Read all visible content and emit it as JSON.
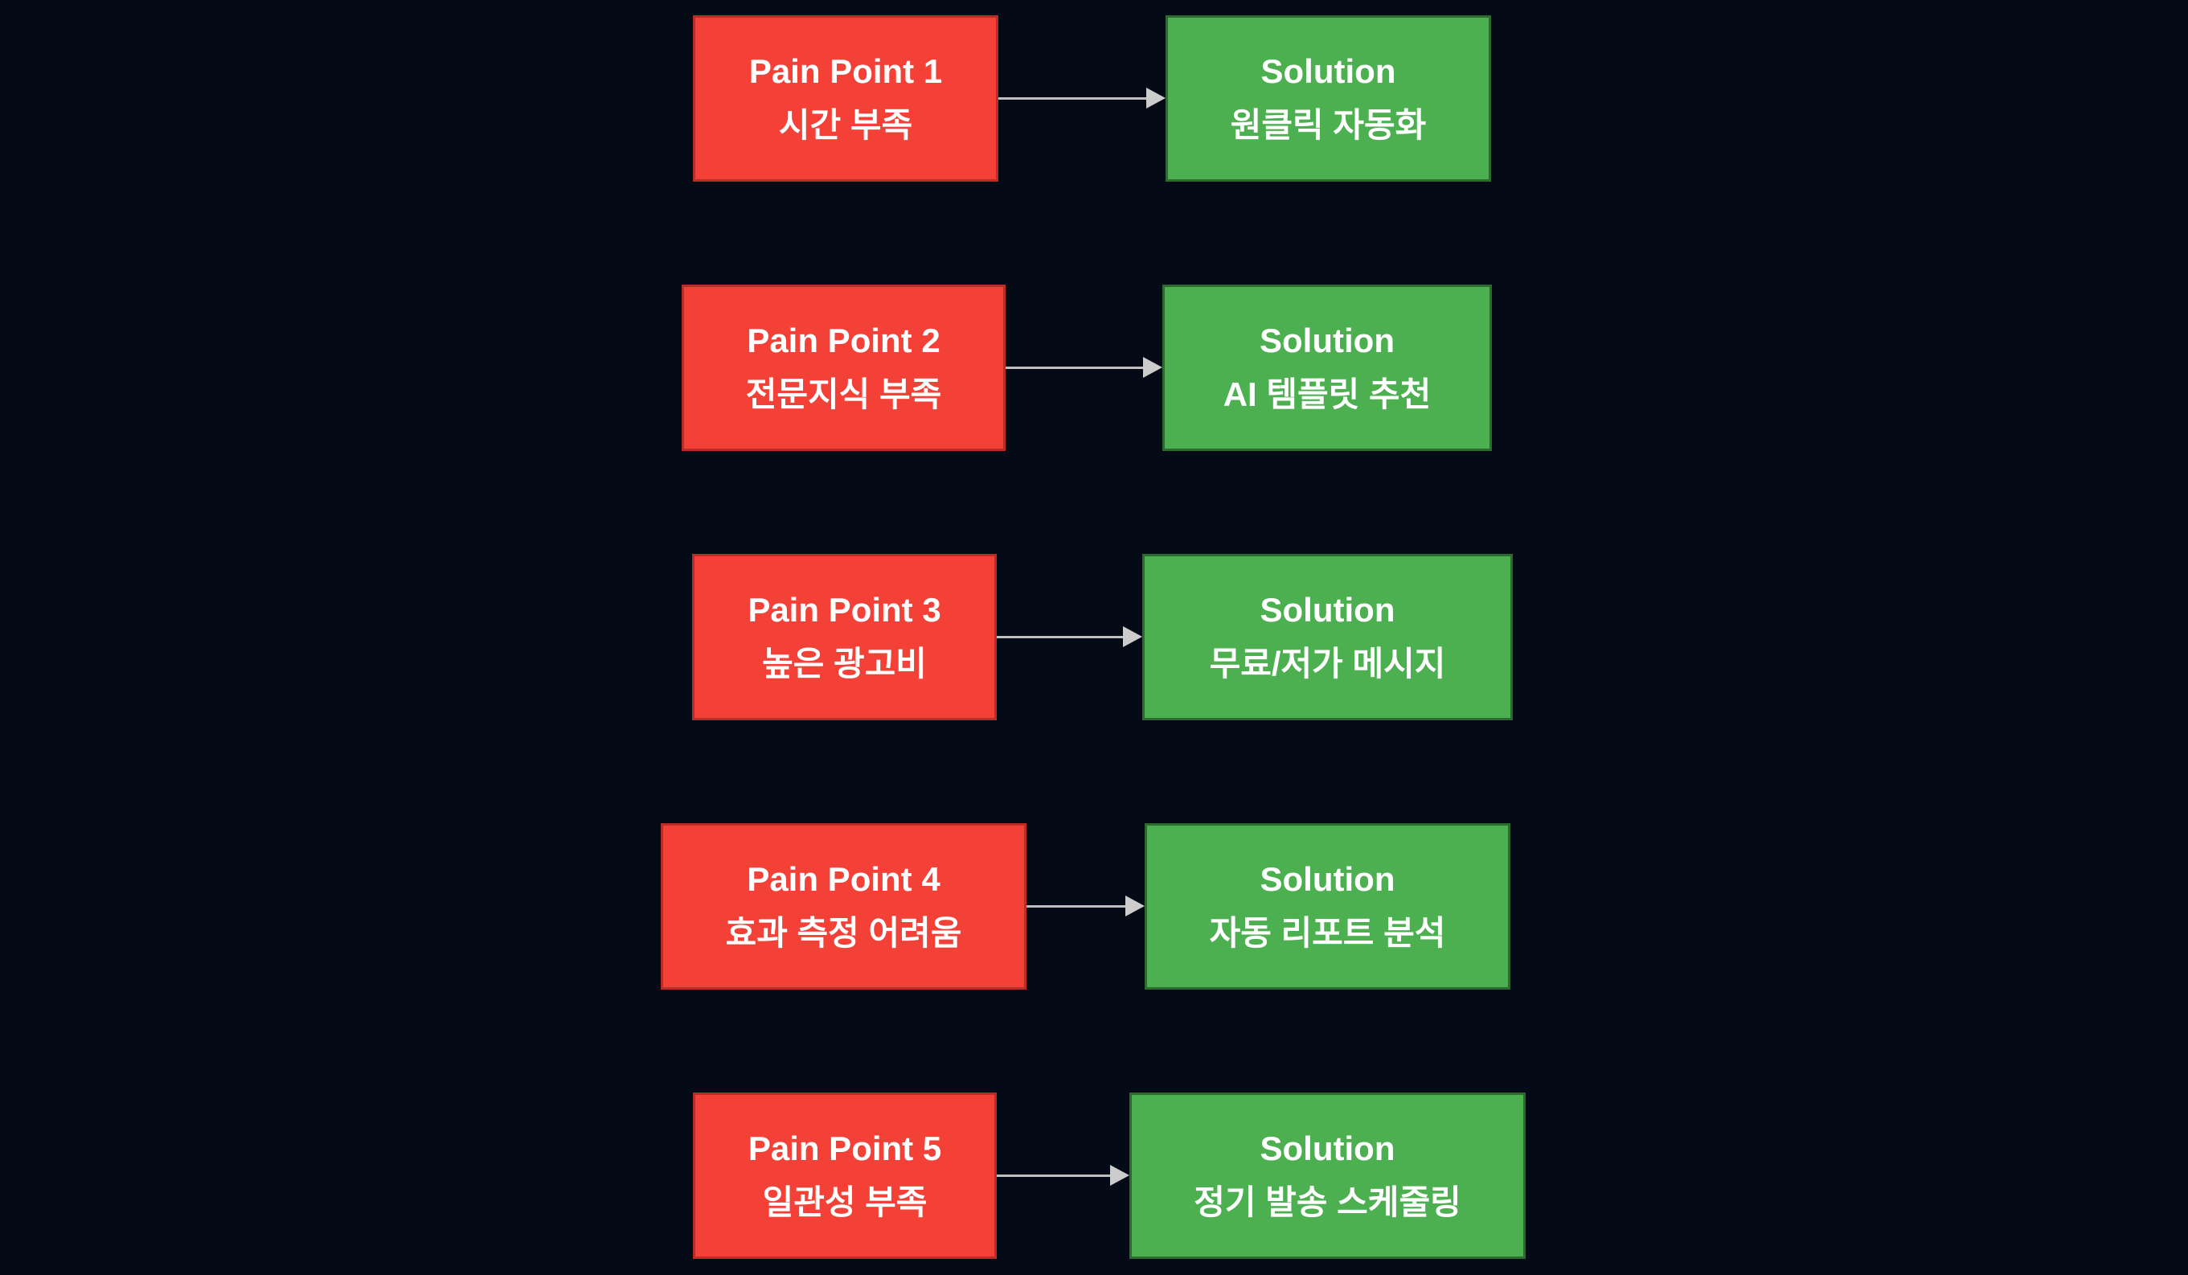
{
  "colors": {
    "background": "#040a16",
    "pain_fill": "#f44137",
    "pain_border": "#b92d26",
    "solution_fill": "#4caf50",
    "solution_border": "#2d6a30",
    "arrow": "#bfbfbf",
    "arrow_head": "#cccccc",
    "text": "#ffffff"
  },
  "rows": [
    {
      "pain": {
        "line1": "Pain Point 1",
        "line2": "시간 부족"
      },
      "solution": {
        "line1": "Solution",
        "line2": "원클릭 자동화"
      }
    },
    {
      "pain": {
        "line1": "Pain Point 2",
        "line2": "전문지식 부족"
      },
      "solution": {
        "line1": "Solution",
        "line2": "AI 템플릿 추천"
      }
    },
    {
      "pain": {
        "line1": "Pain Point 3",
        "line2": "높은 광고비"
      },
      "solution": {
        "line1": "Solution",
        "line2": "무료/저가 메시지"
      }
    },
    {
      "pain": {
        "line1": "Pain Point 4",
        "line2": "효과 측정 어려움"
      },
      "solution": {
        "line1": "Solution",
        "line2": "자동 리포트 분석"
      }
    },
    {
      "pain": {
        "line1": "Pain Point 5",
        "line2": "일관성 부족"
      },
      "solution": {
        "line1": "Solution",
        "line2": "정기 발송 스케줄링"
      }
    }
  ]
}
